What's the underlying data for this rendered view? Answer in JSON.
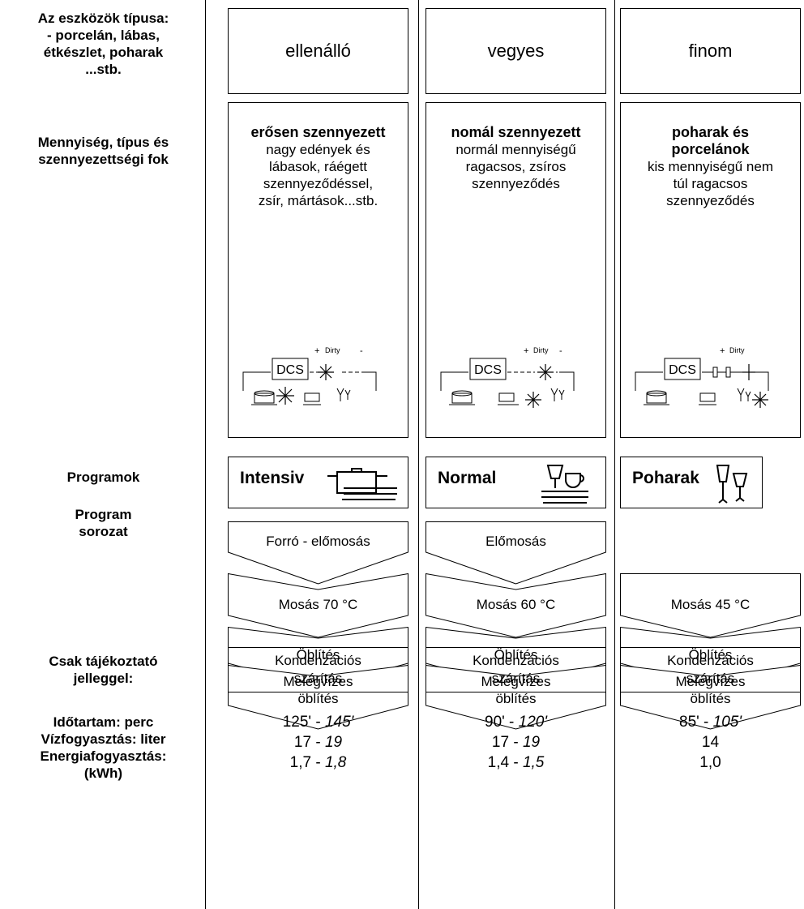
{
  "labels": {
    "tool_types": "Az eszközök típusa:\n- porcelán, lábas,\nétkészlet, poharak\n...stb.",
    "quantity": "Mennyiség, típus és\nszennyezettségi fok",
    "programs": "Programok",
    "sequence": "Program\nsorozat",
    "info": "Csak tájékoztató\njelleggel:",
    "stats": "Időtartam: perc\nVízfogyasztás: liter\nEnergiafogyasztás:\n(kWh)"
  },
  "columns": [
    {
      "type": "ellenálló",
      "desc_bold": "erősen szennyezett",
      "desc": "nagy edények és\nlábasok, ráégett\nszennyeződéssel,\nzsír, mártások...stb.",
      "dcs": "DCS",
      "dirty": "Dirty",
      "program": "Intensiv",
      "prewash": "Forró - előmosás",
      "wash": "Mosás 70 °C",
      "rinse": "Öblítés",
      "hot_rinse": "Melegvízes\nöblítés",
      "dry": "Kondenzációs\nszárítás",
      "duration": "125' - ",
      "duration_i": "145'",
      "water": "17 - ",
      "water_i": "19",
      "energy": "1,7 - ",
      "energy_i": "1,8"
    },
    {
      "type": "vegyes",
      "desc_bold": "nomál szennyezett",
      "desc": "normál mennyiségű\nragacsos, zsíros\nszennyeződés",
      "dcs": "DCS",
      "dirty": "Dirty",
      "program": "Normal",
      "prewash": "Előmosás",
      "wash": "Mosás 60 °C",
      "rinse": "Öblítés",
      "hot_rinse": "Melegvízes\nöblítés",
      "dry": "Kondenzációs\nszárítás",
      "duration": "90' - ",
      "duration_i": "120'",
      "water": "17 - ",
      "water_i": "19",
      "energy": "1,4 - ",
      "energy_i": "1,5"
    },
    {
      "type": "finom",
      "desc_bold": "poharak és\nporcelánok",
      "desc": "kis mennyiségű nem\ntúl ragacsos\nszennyeződés",
      "dcs": "DCS",
      "dirty": "Dirty",
      "program": "Poharak",
      "prewash": "",
      "wash": "Mosás 45 °C",
      "rinse": "Öblítés",
      "hot_rinse": "Melegvízes\nöblítés",
      "dry": "Kondenzációs\nszárítás",
      "duration": "85' - ",
      "duration_i": "105'",
      "water": "14",
      "water_i": "",
      "energy": "1,0",
      "energy_i": ""
    }
  ]
}
